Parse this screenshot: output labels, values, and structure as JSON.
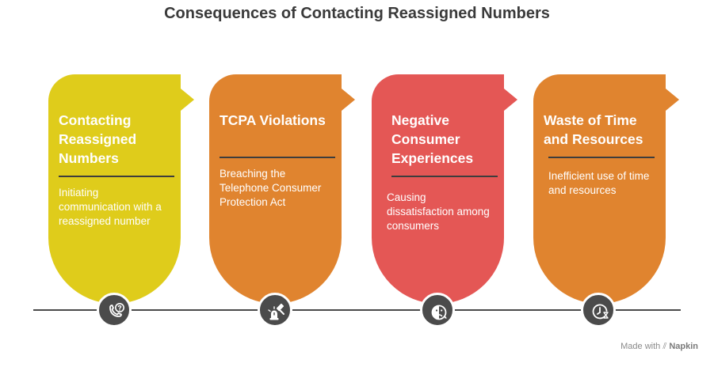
{
  "title": "Consequences of Contacting Reassigned Numbers",
  "colors": {
    "yellow": "#dfcc1b",
    "orange": "#e0842f",
    "red": "#e45755",
    "node": "#4b4b4b"
  },
  "cards": [
    {
      "heading": "Contacting Reassigned Numbers",
      "description": "Initiating communication with a reassigned number",
      "color": "#dfcc1b",
      "icon": "phone-question-icon"
    },
    {
      "heading": "TCPA Violations",
      "description": "Breaching the Telephone Consumer Protection Act",
      "color": "#e0842f",
      "icon": "gavel-alarm-icon"
    },
    {
      "heading": "Negative Consumer Experiences",
      "description": "Causing dissatisfaction among consumers",
      "color": "#e45755",
      "icon": "unhappy-face-icon"
    },
    {
      "heading": "Waste of Time and Resources",
      "description": "Inefficient use of time and resources",
      "color": "#e0842f",
      "icon": "clock-hourglass-icon"
    }
  ],
  "footer": {
    "made_with": "Made with",
    "brand": "Napkin"
  }
}
